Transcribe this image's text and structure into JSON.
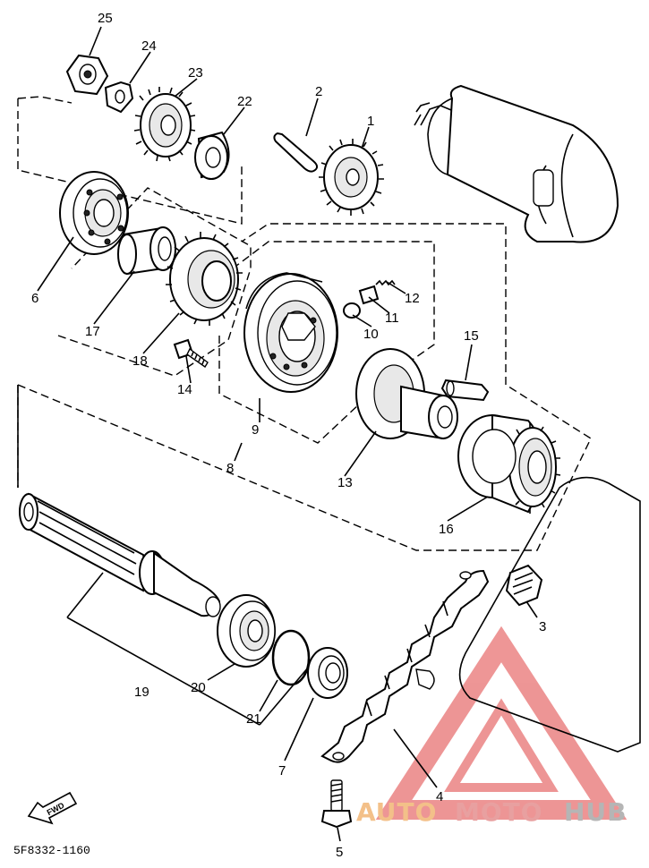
{
  "part_numbers": {
    "p1": "1",
    "p2": "2",
    "p3": "3",
    "p4": "4",
    "p5": "5",
    "p6": "6",
    "p7": "7",
    "p8": "8",
    "p9": "9",
    "p10": "10",
    "p11": "11",
    "p12": "12",
    "p13": "13",
    "p14": "14",
    "p15": "15",
    "p16": "16",
    "p17": "17",
    "p18": "18",
    "p19": "19",
    "p20": "20",
    "p21": "21",
    "p22": "22",
    "p23": "23",
    "p24": "24",
    "p25": "25"
  },
  "diagram_code": "5F8332-1160",
  "direction_label": "FWD",
  "watermark": {
    "part1": "AUTO",
    "part2": "MOTO",
    "part3": "HUB"
  }
}
